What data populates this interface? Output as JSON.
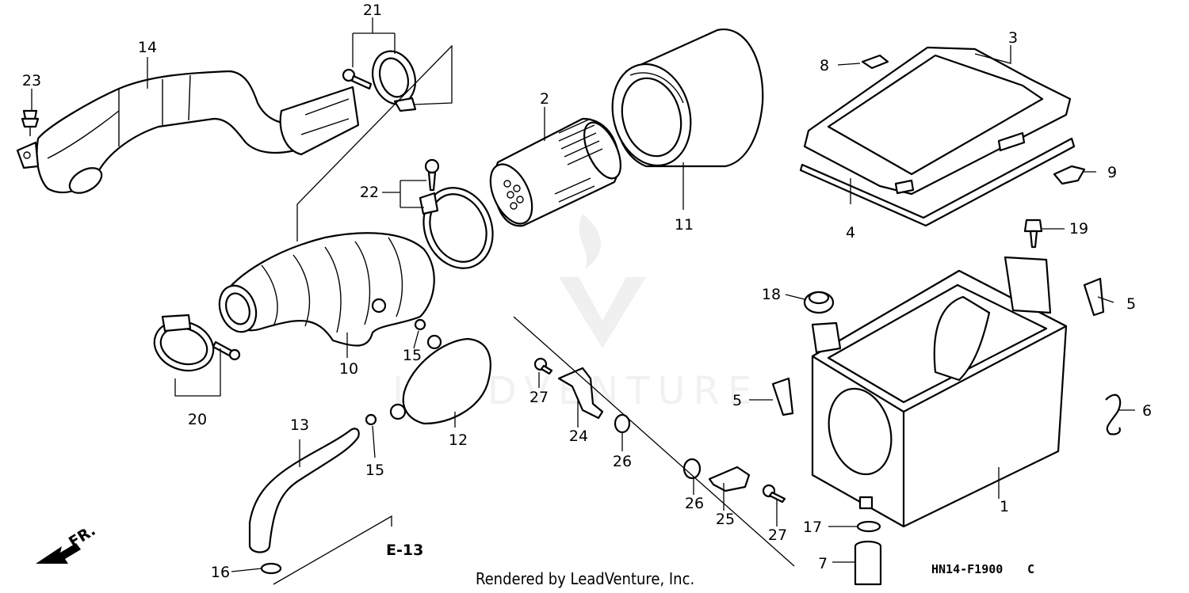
{
  "callouts": {
    "c1": "1",
    "c2": "2",
    "c3": "3",
    "c4": "4",
    "c5a": "5",
    "c5b": "5",
    "c6": "6",
    "c7": "7",
    "c8": "8",
    "c9": "9",
    "c10": "10",
    "c11": "11",
    "c12": "12",
    "c13": "13",
    "c14": "14",
    "c15a": "15",
    "c15b": "15",
    "c16": "16",
    "c17": "17",
    "c18": "18",
    "c19": "19",
    "c20": "20",
    "c21": "21",
    "c22": "22",
    "c23": "23",
    "c24": "24",
    "c25": "25",
    "c26a": "26",
    "c26b": "26",
    "c27a": "27",
    "c27b": "27"
  },
  "reference": "E-13",
  "front_label": "FR.",
  "footer": "Rendered by LeadVenture, Inc.",
  "diagram_code": "HN14-F1900",
  "diagram_rev": "C",
  "watermark": "LEADVENTURE"
}
